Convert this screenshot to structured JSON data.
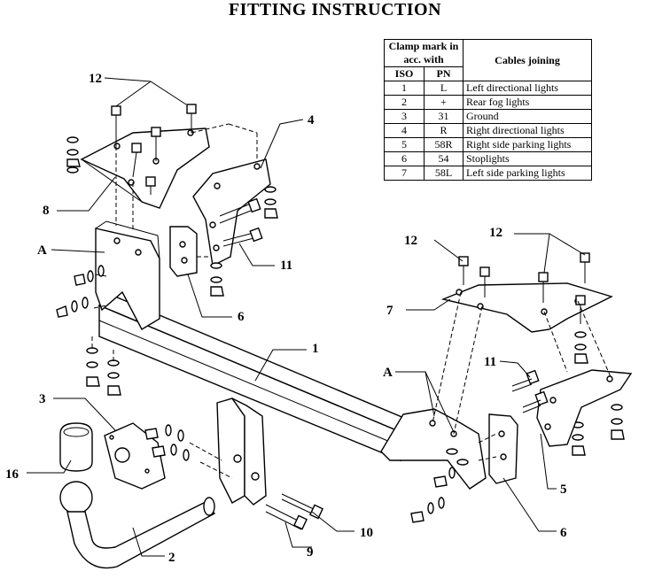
{
  "title": "FITTING INSTRUCTION",
  "legend": {
    "header_clamp": "Clamp mark in acc. with",
    "header_iso": "ISO",
    "header_pn": "PN",
    "header_cables": "Cables joining",
    "rows": [
      {
        "iso": "1",
        "pn": "L",
        "desc": "Left directional lights"
      },
      {
        "iso": "2",
        "pn": "+",
        "desc": "Rear fog lights"
      },
      {
        "iso": "3",
        "pn": "31",
        "desc": "Ground"
      },
      {
        "iso": "4",
        "pn": "R",
        "desc": "Right directional lights"
      },
      {
        "iso": "5",
        "pn": "58R",
        "desc": "Right side parking lights"
      },
      {
        "iso": "6",
        "pn": "54",
        "desc": "Stoplights"
      },
      {
        "iso": "7",
        "pn": "58L",
        "desc": "Left side parking lights"
      }
    ]
  },
  "labels": {
    "l12a": "12",
    "l4": "4",
    "l8": "8",
    "lA1": "A",
    "l11a": "11",
    "l6a": "6",
    "l1": "1",
    "l3": "3",
    "l16": "16",
    "l2": "2",
    "l9": "9",
    "l10": "10",
    "l12b": "12",
    "l12c": "12",
    "l7": "7",
    "lA2": "A",
    "l11b": "11",
    "l5": "5",
    "l6b": "6"
  }
}
